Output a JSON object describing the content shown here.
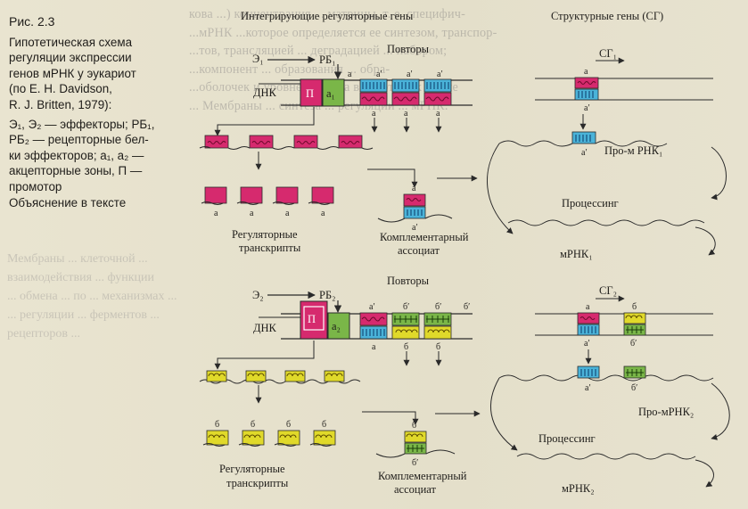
{
  "caption": {
    "figure_number": "Рис. 2.3",
    "title_lines": [
      "Гипотетическая схема",
      "регуляции экспрессии",
      "генов мРНК у эукариот",
      "(по Е. Н. Davidson,",
      "R. J. Britten, 1979):"
    ],
    "legend_lines": [
      "Э₁, Э₂ — эффекторы; РБ₁,",
      "РБ₂ — рецепторные бел-",
      "ки эффекторов; a₁, a₂ —",
      "акцепторные зоны, П —",
      "промотор"
    ],
    "note": "Объяснение в тексте"
  },
  "headers": {
    "integrating": "Интегрирующие регуляторные гены",
    "structural": "Структурные гены (СГ)"
  },
  "top": {
    "repeats": "Повторы",
    "effector": "Э₁",
    "receptor": "РБ₁",
    "dna": "ДНК",
    "promoter": "П",
    "acceptor": "a₁",
    "rep_top": [
      "a",
      "a′",
      "a′",
      "a′"
    ],
    "rep_bottom": [
      "a",
      "a",
      "a"
    ],
    "transcripts_label": [
      "Регуляторные",
      "транскрипты"
    ],
    "transcript_letters": [
      "a",
      "a",
      "a",
      "a"
    ],
    "complex_label": [
      "Комплементарный",
      "ассоциат"
    ],
    "complex_letters": [
      "a",
      "a′"
    ],
    "gene": "СГ₁",
    "gene_top": "a",
    "gene_bottom": "a′",
    "pro_mrna": "Про-м РНК₁",
    "pro_letter": "a′",
    "processing": "Процессинг",
    "mrna": "мРНК₁"
  },
  "bottom": {
    "repeats": "Повторы",
    "effector": "Э₂",
    "receptor": "РБ₂",
    "dna": "ДНК",
    "promoter": "П",
    "acceptor": "a₂",
    "rep_top": [
      "a′",
      "б′",
      "б′",
      "б′"
    ],
    "rep_bottom": [
      "a",
      "б",
      "б"
    ],
    "transcripts_label": [
      "Регуляторные",
      "транскрипты"
    ],
    "transcript_letters": [
      "б",
      "б",
      "б",
      "б"
    ],
    "complex_label": [
      "Комплементарный",
      "ассоциат"
    ],
    "complex_letters": [
      "б",
      "б′"
    ],
    "gene": "СГ₂",
    "gene_top": [
      "а",
      "б"
    ],
    "gene_bottom": [
      "а′",
      "б′"
    ],
    "pro_mrna": "Про-мРНК₂",
    "pro_letters": [
      "a′",
      "б′"
    ],
    "processing": "Процессинг",
    "mrna": "мРНК₂"
  },
  "bleed_through": [
    "кова ...) концентрация ... матрицы, т. е. специфич-",
    "...мРНК ...которое определяется ее синтезом, транспор-",
    "...тов, трансляцией ... деградацией ... набором;",
    "...компонент ... образования ... обра-",
    "...оболочек и уровнем ... раза в ... которых ... ние",
    "... Мембраны ... синтеза ... регуляции ... мРНК.",
    "Мембраны ... клеточной ... взаимодействия ... функции",
    "... обмена ... по ... механизмах ...",
    "... регуляции ... ферментов ... рецепторов ..."
  ],
  "colors": {
    "magenta": "#d62a6e",
    "cyan": "#4ab3d9",
    "yellow": "#e0d92a",
    "green": "#7ab648",
    "line": "#2a2a2a"
  }
}
